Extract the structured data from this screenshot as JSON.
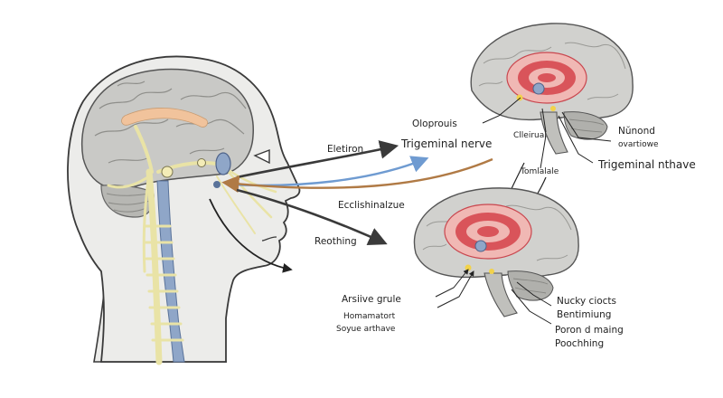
{
  "labels": {
    "head_top": "Eletiron",
    "trigeminal_nerve": "Trigeminal nerve",
    "mid_arrow": "Ecclishinalzue",
    "lower_arrow": "Reothing",
    "oloprouis": "Oloprouis",
    "clleirual": "Clleirual",
    "tomlalale": "Tomlalale",
    "nunond": "Nŭnond",
    "ovatiowe": "ovartiowe",
    "trigeminal_nthave": "Trigeminal nthave",
    "arsiive_grule": "Arsiive grule",
    "homamatort": "Homamatort",
    "soyue_arthave": "Soyue arthave",
    "nucky_ciocts": "Nucky ciocts",
    "bentimiung": "Bentimiung",
    "poron_maing": "Poron d maing",
    "poochhing": "Poochhing"
  },
  "colors": {
    "skin": "#ececea",
    "outline": "#3a3a3a",
    "brain": "#c9c9c6",
    "nerve": "#e9e3a6",
    "spine_blue": "#8fa6c8",
    "limbic_red": "#d9545a",
    "limbic_pink": "#f0b8b4",
    "arrow_dark": "#3a3a3a",
    "arrow_blue": "#6f9bd1",
    "arrow_brown": "#b07a45",
    "highlight_orange": "#f1c39c"
  }
}
